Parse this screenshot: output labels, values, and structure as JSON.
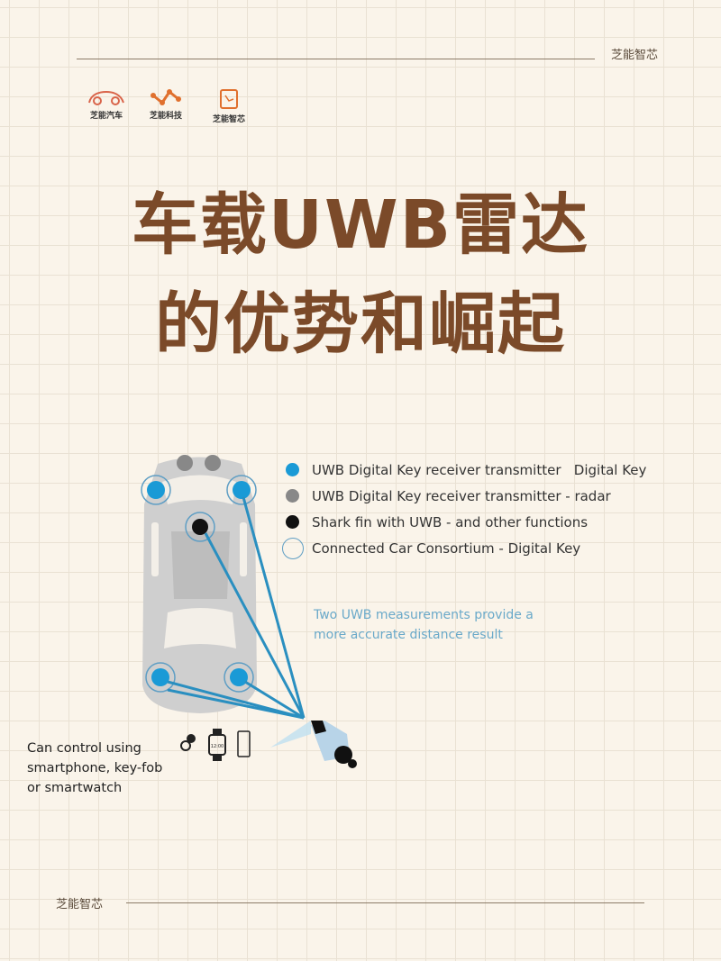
{
  "header": {
    "brand": "芝能智芯"
  },
  "logos": [
    {
      "label": "芝能汽车"
    },
    {
      "label": "芝能科技"
    },
    {
      "label": "芝能智芯"
    }
  ],
  "title": {
    "line1": "车载UWB雷达",
    "line2": "的优势和崛起"
  },
  "legend": [
    {
      "label": "UWB Digital Key receiver transmitter   Digital Key",
      "color": "#1a9ad6"
    },
    {
      "label": "UWB Digital Key receiver transmitter - radar",
      "color": "#888888"
    },
    {
      "label": "Shark fin with UWB - and other functions",
      "color": "#111111"
    },
    {
      "label": "Connected Car Consortium - Digital Key",
      "color": "#5f9ec4"
    }
  ],
  "note": {
    "line1": "Two UWB measurements provide a",
    "line2": "more accurate distance result"
  },
  "control": {
    "line1": "Can control using",
    "line2": "smartphone, key-fob",
    "line3": "or smartwatch"
  },
  "watch_time": "12:00",
  "footer": {
    "brand": "芝能智芯"
  }
}
